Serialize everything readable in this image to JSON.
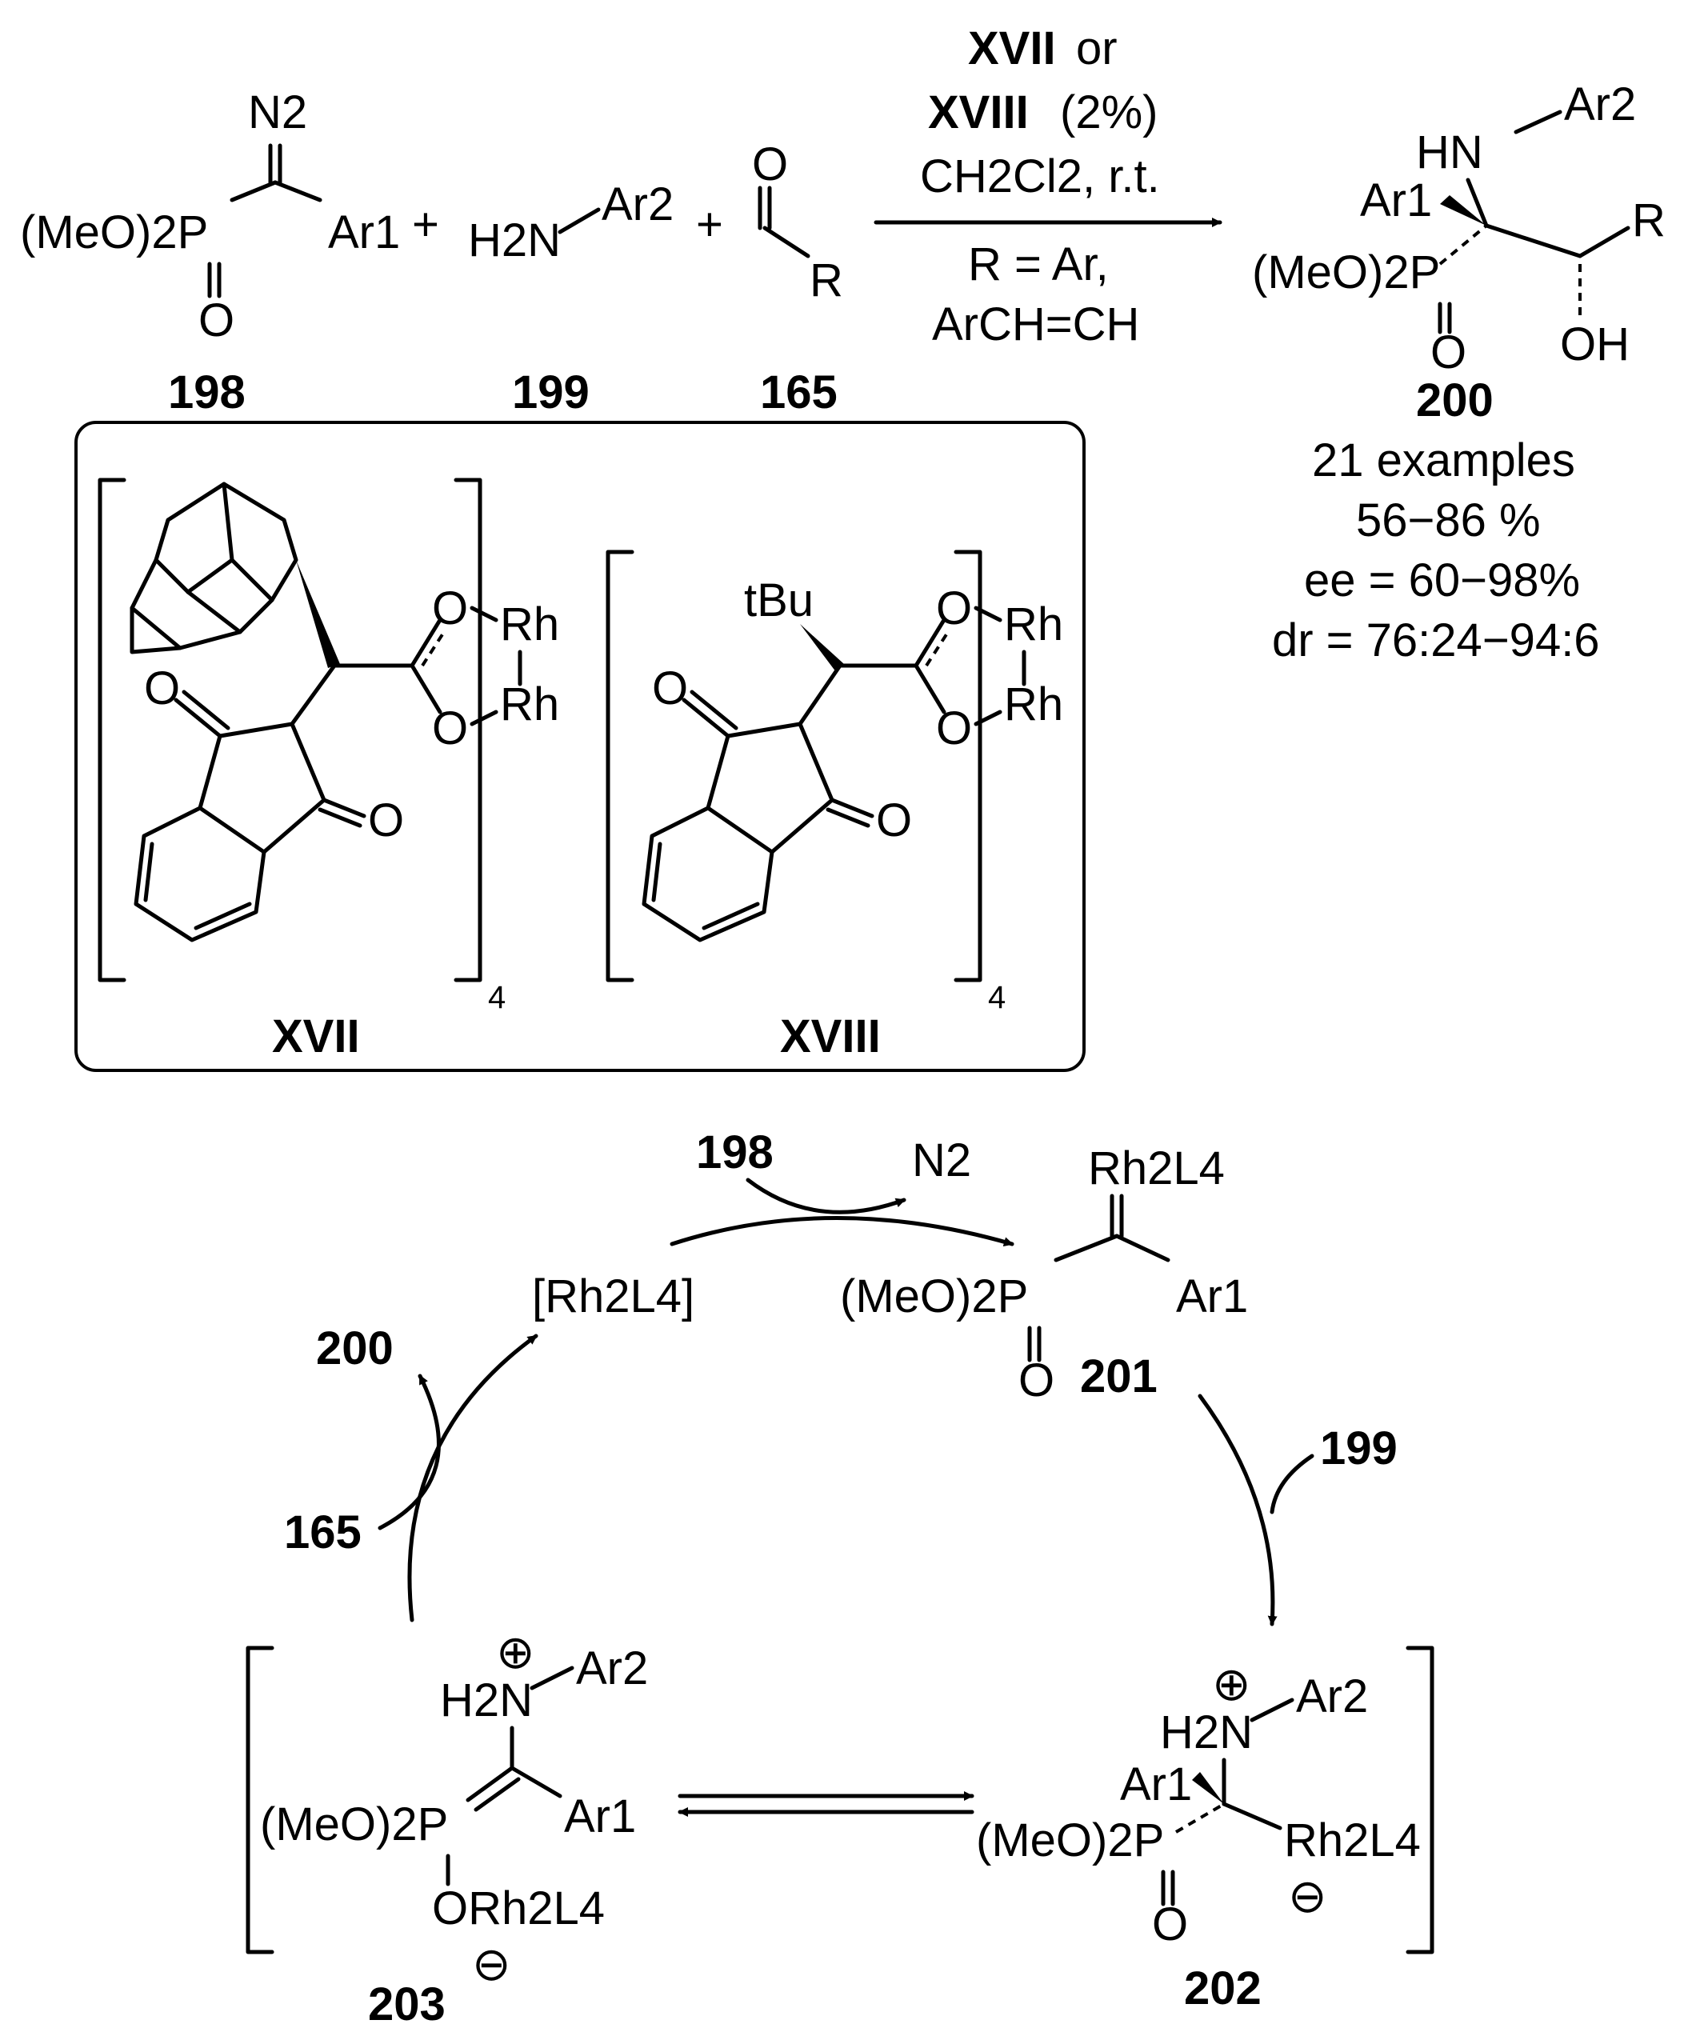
{
  "reaction": {
    "reagent_198": {
      "label": "198",
      "n2": "N2",
      "meo": "(MeO)2P",
      "p_o": "O",
      "ar": "Ar1"
    },
    "plus": "+",
    "reagent_199": {
      "label": "199",
      "amine": "H2N",
      "ar": "Ar2"
    },
    "reagent_165": {
      "label": "165",
      "o": "O",
      "r": "R"
    },
    "conditions": {
      "cat_a": "XVII",
      "or": "or",
      "cat_b": "XVIII",
      "loading": "(2%)",
      "solvent": "CH2Cl2, r.t.",
      "r_def_1": "R = Ar,",
      "r_def_2": "ArCH=CH"
    },
    "product_200": {
      "label": "200",
      "hn": "HN",
      "ar2": "Ar2",
      "ar1": "Ar1",
      "meo": "(MeO)2P",
      "p_o": "O",
      "r": "R",
      "oh": "OH"
    },
    "results": [
      "21 examples",
      "56−86 %",
      "ee = 60−98%",
      "dr = 76:24−94:6"
    ]
  },
  "catalysts": {
    "xvii": {
      "label": "XVII",
      "o_top": "O",
      "o_bot": "O",
      "rh_top": "Rh",
      "rh_bot": "Rh",
      "ko1": "O",
      "ko2": "O",
      "sub": "4"
    },
    "xviii": {
      "label": "XVIII",
      "tbu": "tBu",
      "o_top": "O",
      "o_bot": "O",
      "rh_top": "Rh",
      "rh_bot": "Rh",
      "ko1": "O",
      "ko2": "O",
      "sub": "4"
    }
  },
  "cycle": {
    "catalyst": "[Rh2L4]",
    "in_198": "198",
    "out_n2": "N2",
    "in_199": "199",
    "in_165": "165",
    "out_200": "200",
    "i201": {
      "label": "201",
      "rh": "Rh2L4",
      "meo": "(MeO)2P",
      "ar": "Ar1",
      "p_o": "O"
    },
    "i202": {
      "label": "202",
      "h2n": "H2N",
      "ar2": "Ar2",
      "ar1": "Ar1",
      "meo": "(MeO)2P",
      "rh": "Rh2L4",
      "p_o": "O",
      "plus": "⊕",
      "minus": "⊖"
    },
    "i203": {
      "label": "203",
      "h2n": "H2N",
      "ar2": "Ar2",
      "meo": "(MeO)2P",
      "ar1": "Ar1",
      "orh": "ORh2L4",
      "plus": "⊕",
      "minus": "⊖"
    }
  },
  "colors": {
    "ink": "#000000",
    "background": "#ffffff"
  }
}
